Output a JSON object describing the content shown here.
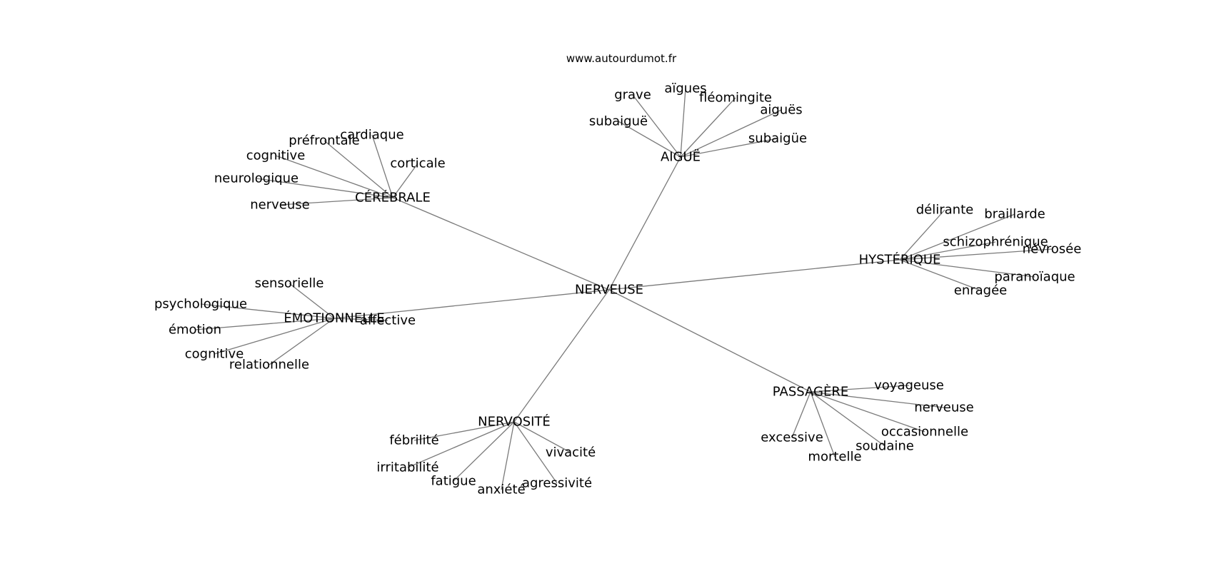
{
  "site": "www.autourdumot.fr",
  "graph": {
    "center": "NERVEUSE",
    "groups": [
      {
        "hub": "AIGUË",
        "leaves": [
          "grave",
          "aïgues",
          "fléomingite",
          "aiguës",
          "subaigüe",
          "subaiguë"
        ]
      },
      {
        "hub": "CÉRÉBRALE",
        "leaves": [
          "préfrontale",
          "cardiaque",
          "corticale",
          "cognitive",
          "neurologique",
          "nerveuse"
        ]
      },
      {
        "hub": "HYSTÉRIQUE",
        "leaves": [
          "délirante",
          "braillarde",
          "schizophrénique",
          "névrosée",
          "paranoïaque",
          "enragée"
        ]
      },
      {
        "hub": "ÉMOTIONNELLE",
        "leaves": [
          "sensorielle",
          "psychologique",
          "émotion",
          "cognitive",
          "relationnelle",
          "affective"
        ]
      },
      {
        "hub": "PASSAGÈRE",
        "leaves": [
          "voyageuse",
          "nerveuse",
          "occasionnelle",
          "soudaine",
          "mortelle",
          "excessive"
        ]
      },
      {
        "hub": "NERVOSITÉ",
        "leaves": [
          "fébrilité",
          "irritabilité",
          "fatigue",
          "anxiété",
          "agressivité",
          "vivacité"
        ]
      }
    ]
  }
}
